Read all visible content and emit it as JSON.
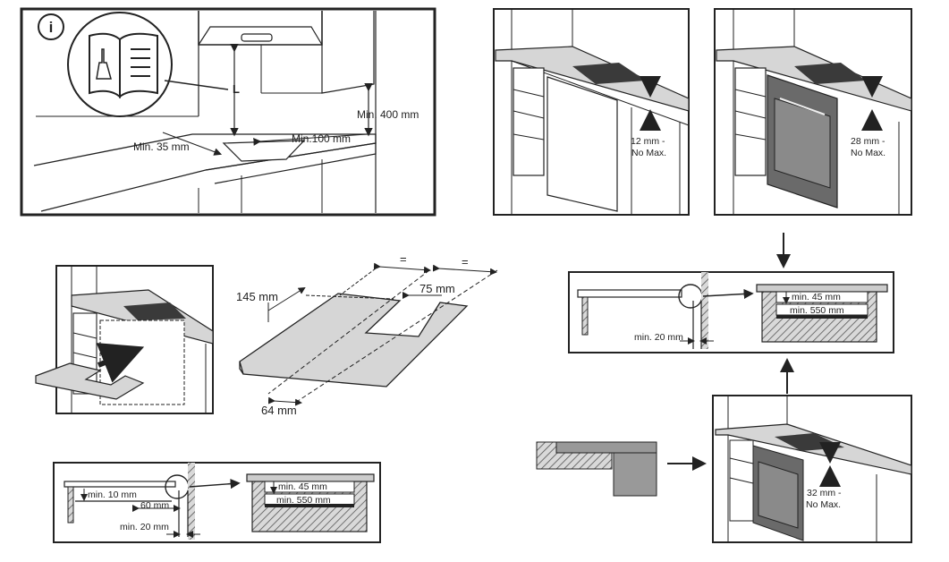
{
  "panel_clearance": {
    "info_icon": "i",
    "hood_label": "L",
    "min_400": "Min. 400 mm",
    "min_35": "Min. 35 mm",
    "min_100": "Min.100 mm"
  },
  "panel_no_oven": {
    "gap": "12 mm -",
    "gap_max": "No Max."
  },
  "panel_oven": {
    "gap": "28 mm -",
    "gap_max": "No Max."
  },
  "panel_oven_low": {
    "gap": "32 mm -",
    "gap_max": "No Max."
  },
  "cutout": {
    "equal_1": "=",
    "equal_2": "=",
    "depth_145": "145 mm",
    "side_75": "75 mm",
    "front_64": "64 mm"
  },
  "section_right": {
    "min_45": "min. 45 mm",
    "min_550": "min. 550 mm",
    "min_20": "min. 20 mm"
  },
  "section_left": {
    "min_10": "min. 10 mm",
    "d_60": "60 mm",
    "min_20": "min. 20 mm",
    "min_45": "min. 45 mm",
    "min_550": "min. 550 mm"
  }
}
